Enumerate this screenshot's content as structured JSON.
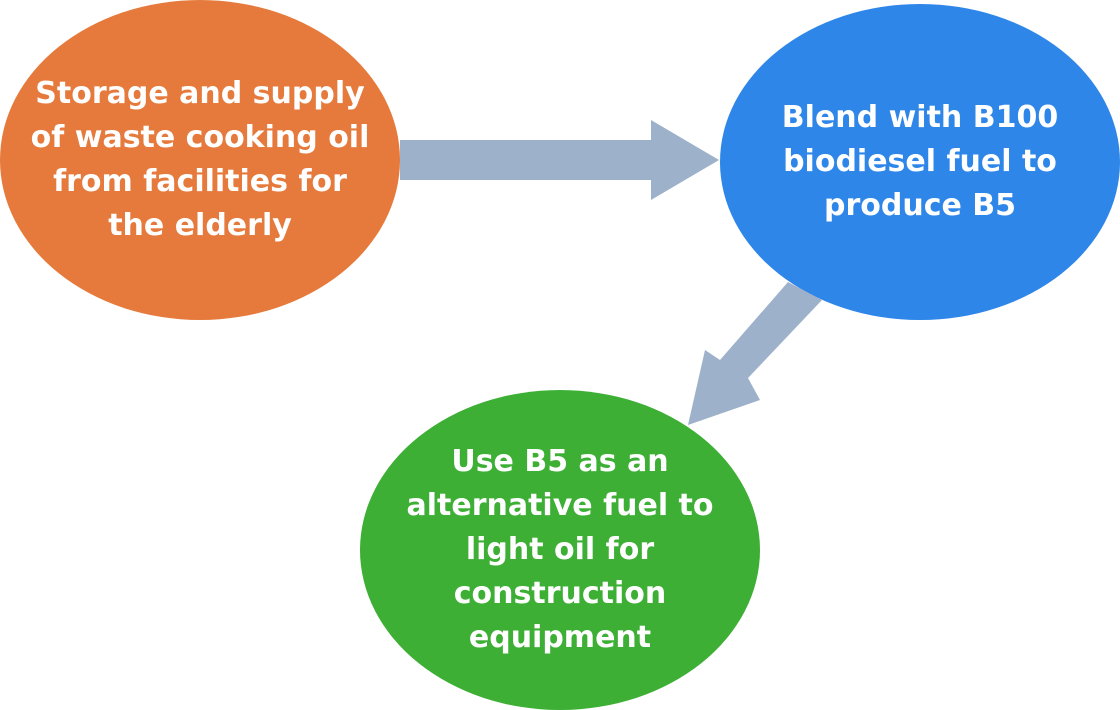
{
  "colors": {
    "orange": "#E57A3C",
    "blue": "#2E86E8",
    "green": "#3DAF35",
    "arrow": "#9DB1CB"
  },
  "nodes": [
    {
      "id": "collect",
      "lines": [
        "Storage and supply",
        "of waste cooking oil",
        "from facilities for",
        "the elderly"
      ]
    },
    {
      "id": "blend",
      "lines": [
        "Blend with B100",
        "biodiesel fuel to",
        "produce B5"
      ]
    },
    {
      "id": "use",
      "lines": [
        "Use B5 as an",
        "alternative fuel to",
        "light oil for",
        "construction",
        "equipment"
      ]
    }
  ],
  "edges": [
    {
      "from": "collect",
      "to": "blend"
    },
    {
      "from": "blend",
      "to": "use"
    }
  ]
}
